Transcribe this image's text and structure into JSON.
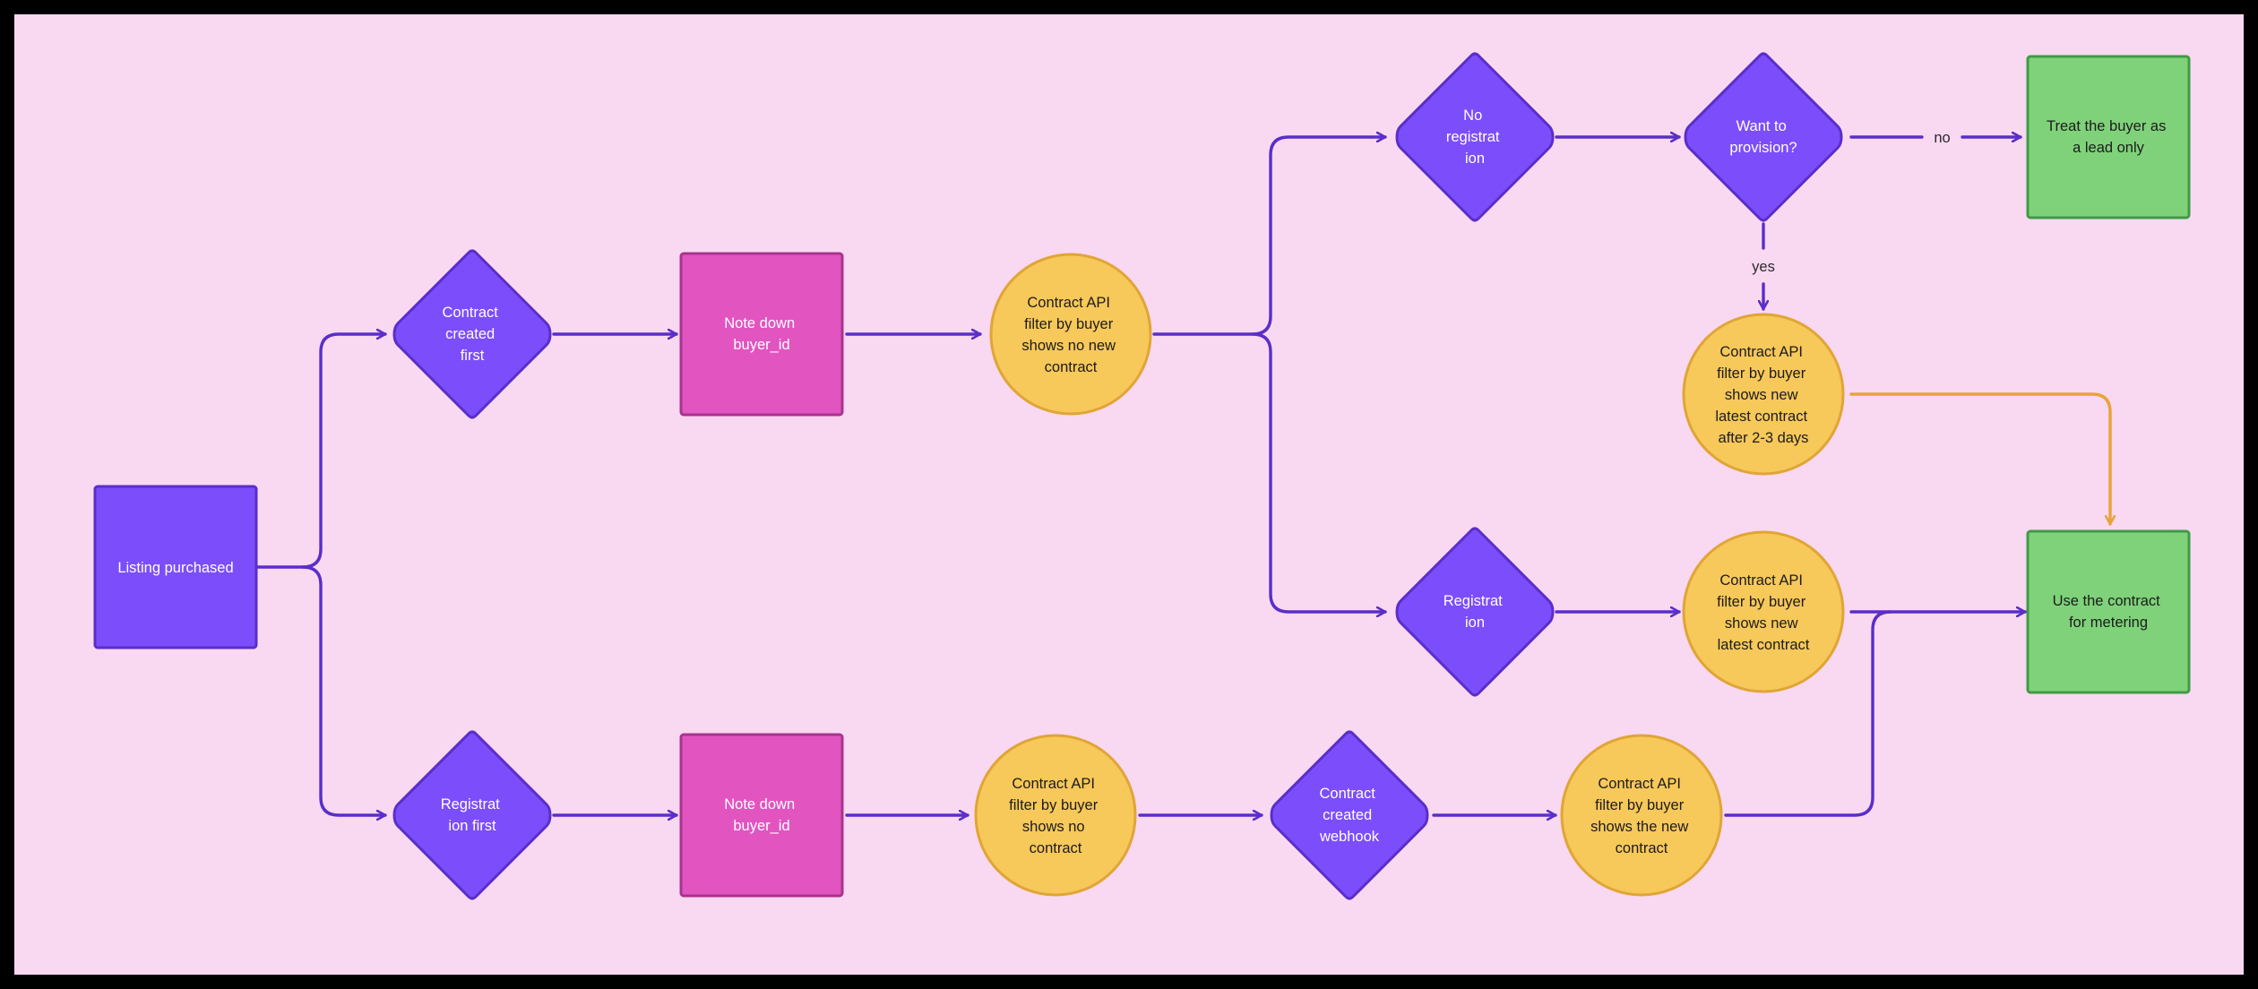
{
  "colors": {
    "background": "#f9d8f1",
    "frame": "#000000",
    "purple": "#7c4dfb",
    "purple_stroke": "#5a2ec8",
    "magenta": "#e254c0",
    "magenta_stroke": "#a8338e",
    "yellow": "#f7c85a",
    "yellow_stroke": "#e0a536",
    "green": "#7fd27a",
    "green_stroke": "#3f9a45",
    "edge": "#5a2ec8",
    "edge_highlight": "#e8a33a"
  },
  "nodes": {
    "listing_purchased": {
      "lines": [
        "Listing purchased"
      ]
    },
    "contract_created_first": {
      "lines": [
        "Contract",
        "created",
        "first"
      ]
    },
    "note_down_buyer_id_top": {
      "lines": [
        "Note down",
        "buyer_id"
      ]
    },
    "contract_api_no_new_contract": {
      "lines": [
        "Contract API",
        "filter by buyer",
        "shows no new",
        "contract"
      ]
    },
    "no_registration": {
      "lines": [
        "No",
        "registrat",
        "ion"
      ]
    },
    "want_to_provision": {
      "lines": [
        "Want to",
        "provision?"
      ]
    },
    "treat_buyer_as_lead": {
      "lines": [
        "Treat the buyer as",
        "a lead only"
      ]
    },
    "contract_api_new_latest_after_days": {
      "lines": [
        "Contract API",
        "filter by buyer",
        "shows new",
        "latest contract",
        "after 2-3 days"
      ]
    },
    "registration": {
      "lines": [
        "Registrat",
        "ion"
      ]
    },
    "contract_api_new_latest": {
      "lines": [
        "Contract API",
        "filter by buyer",
        "shows new",
        "latest contract"
      ]
    },
    "use_contract_for_metering": {
      "lines": [
        "Use the contract",
        "for metering"
      ]
    },
    "registration_first": {
      "lines": [
        "Registrat",
        "ion first"
      ]
    },
    "note_down_buyer_id_bottom": {
      "lines": [
        "Note down",
        "buyer_id"
      ]
    },
    "contract_api_no_contract": {
      "lines": [
        "Contract API",
        "filter by buyer",
        "shows no",
        "contract"
      ]
    },
    "contract_created_webhook": {
      "lines": [
        "Contract",
        "created",
        "webhook"
      ]
    },
    "contract_api_the_new_contract": {
      "lines": [
        "Contract API",
        "filter by buyer",
        "shows the new",
        "contract"
      ]
    }
  },
  "edge_labels": {
    "no": "no",
    "yes": "yes"
  }
}
